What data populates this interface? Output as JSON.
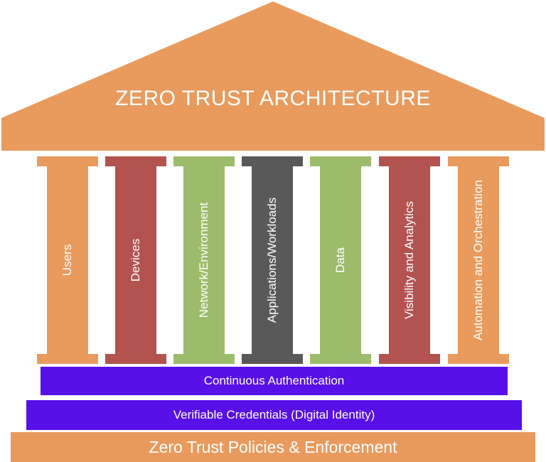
{
  "roof": {
    "title": "ZERO TRUST ARCHITECTURE",
    "color": "#e99b5e"
  },
  "pillars": [
    {
      "label": "Users",
      "color": "#e99b5e"
    },
    {
      "label": "Devices",
      "color": "#b2534f"
    },
    {
      "label": "Network/Environment",
      "color": "#9cbc6b"
    },
    {
      "label": "Applications/Workloads",
      "color": "#595959"
    },
    {
      "label": "Data",
      "color": "#9cbc6b"
    },
    {
      "label": "Visibility and Analytics",
      "color": "#b2534f"
    },
    {
      "label": "Automation and Orchestration",
      "color": "#e99b5e"
    }
  ],
  "bands": {
    "continuous_auth": "Continuous Authentication",
    "credentials": "Verifiable Credentials (Digital Identity)",
    "foundation": "Zero Trust Policies & Enforcement"
  },
  "colors": {
    "band_purple": "#5710e8",
    "foundation": "#e99b5e"
  }
}
